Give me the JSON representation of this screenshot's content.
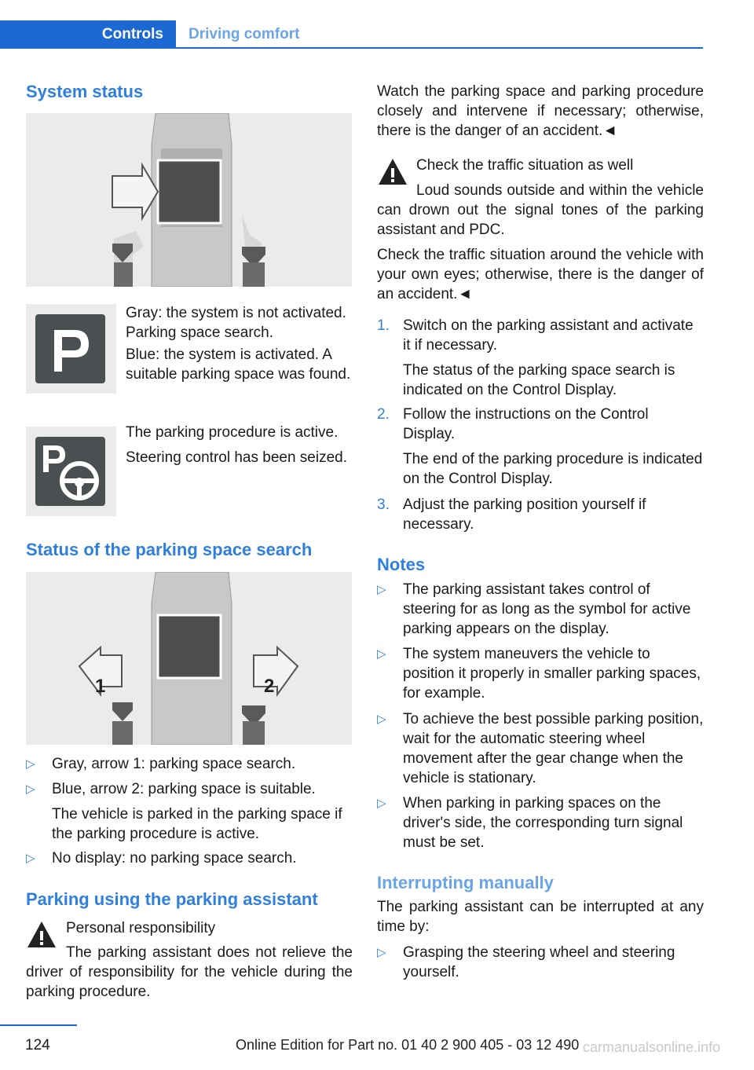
{
  "header": {
    "tab_active": "Controls",
    "tab_section": "Driving comfort"
  },
  "left": {
    "h_system_status": "System status",
    "sym_p_text1": "Gray: the system is not activated. Parking space search.",
    "sym_p_text2": "Blue: the system is activated. A suitable parking space was found.",
    "sym_ps_text1": "The parking procedure is active.",
    "sym_ps_text2": "Steering control has been seized.",
    "h_status_search": "Status of the parking space search",
    "img2_label1": "1",
    "img2_label2": "2",
    "bullets": [
      "Gray, arrow 1: parking space search.",
      "Blue, arrow 2: parking space is suitable.",
      "The vehicle is parked in the parking space if the parking procedure is active.",
      "No display: no parking space search."
    ],
    "h_parking_using": "Parking using the parking assistant",
    "warn_title": "Personal responsibility",
    "warn_text": "The parking assistant does not relieve the driver of responsibility for the vehicle during the parking procedure."
  },
  "right": {
    "intro": "Watch the parking space and parking procedure closely and intervene if necessary; otherwise, there is the danger of an accident.◄",
    "warn_title": "Check the traffic situation as well",
    "warn_text": "Loud sounds outside and within the vehicle can drown out the signal tones of the parking assistant and PDC.",
    "check_text": "Check the traffic situation around the vehicle with your own eyes; otherwise, there is the danger of an accident.◄",
    "steps": [
      {
        "n": "1.",
        "text": "Switch on the parking assistant and activate it if necessary.",
        "sub": "The status of the parking space search is indicated on the Control Display."
      },
      {
        "n": "2.",
        "text": "Follow the instructions on the Control Display.",
        "sub": "The end of the parking procedure is indicated on the Control Display."
      },
      {
        "n": "3.",
        "text": "Adjust the parking position yourself if necessary.",
        "sub": ""
      }
    ],
    "h_notes": "Notes",
    "notes": [
      "The parking assistant takes control of steering for as long as the symbol for active parking appears on the display.",
      "The system maneuvers the vehicle to position it properly in smaller parking spaces, for example.",
      "To achieve the best possible parking position, wait for the automatic steering wheel movement after the gear change when the vehicle is stationary.",
      "When parking in parking spaces on the driver's side, the corresponding turn signal must be set."
    ],
    "h_interrupt": "Interrupting manually",
    "interrupt_text": "The parking assistant can be interrupted at any time by:",
    "interrupt_bullets": [
      "Grasping the steering wheel and steering yourself."
    ]
  },
  "footer": {
    "page_number": "124",
    "edition": "Online Edition for Part no. 01 40 2 900 405 - 03 12 490",
    "watermark": "carmanualsonline.info"
  },
  "colors": {
    "accent": "#1c69d4",
    "heading": "#2f80de",
    "light_heading": "#6aa4e8",
    "icon_bg": "#4a4f52"
  }
}
